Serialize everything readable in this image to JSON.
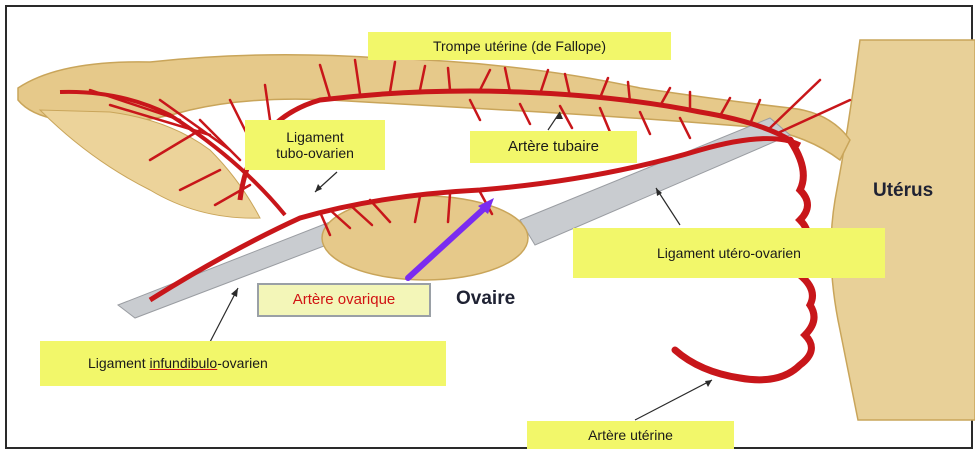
{
  "labels": {
    "trompe": "Trompe utérine (de Fallope)",
    "ligament_tubo_l1": "Ligament",
    "ligament_tubo_l2": "tubo-ovarien",
    "artere_tubaire": "Artère tubaire",
    "uterus": "Utérus",
    "ligament_utero": "Ligament utéro-ovarien",
    "artere_ovarique": "Artère ovarique",
    "ovaire": "Ovaire",
    "ligament_infund_pre": "Ligament ",
    "ligament_infund_mid": "infundibulo",
    "ligament_infund_post": "-ovarien",
    "artere_uterine": "Artère utérine"
  },
  "colors": {
    "artery": "#c8161a",
    "tissue": "#e6c98a",
    "tissue_shadow": "#c9a55a",
    "ligament": "#c9ccd0",
    "label_bg": "#f2f76a",
    "pointer": "#7a2cf0"
  }
}
